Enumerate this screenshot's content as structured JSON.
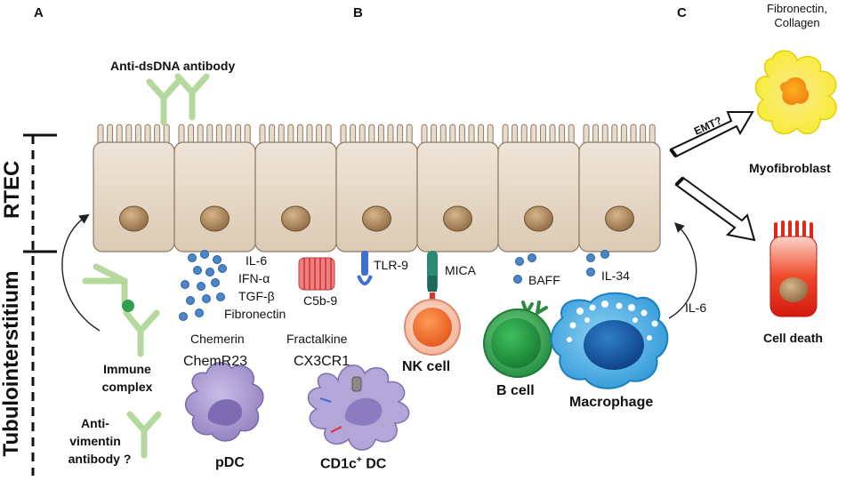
{
  "panels": {
    "a": "A",
    "b": "B",
    "c": "C"
  },
  "side_labels": {
    "rtec": "RTEC",
    "tubulointerstitium": "Tubulointerstitium"
  },
  "panel_a": {
    "anti_dsdna": "Anti-dsDNA antibody",
    "immune_complex_line1": "Immune",
    "immune_complex_line2": "complex",
    "anti_vimentin_line1": "Anti-",
    "anti_vimentin_line2": "vimentin",
    "anti_vimentin_line3": "antibody ?"
  },
  "panel_b": {
    "cytokines": [
      "IL-6",
      "IFN-α",
      "TGF-β",
      "Fibronectin"
    ],
    "c5b9": "C5b-9",
    "tlr9": "TLR-9",
    "mica": "MICA",
    "baff": "BAFF",
    "il34": "IL-34",
    "il6": "IL-6",
    "chemerin": "Chemerin",
    "chemr23": "ChemR23",
    "fractalkine": "Fractalkine",
    "cx3cr1": "CX3CR1",
    "pdc": "pDC",
    "cd1c_dc_prefix": "CD1c",
    "cd1c_dc_sup": "+",
    "cd1c_dc_suffix": " DC",
    "nk_cell": "NK cell",
    "b_cell": "B cell",
    "macrophage": "Macrophage"
  },
  "panel_c": {
    "fibronectin_line1": "Fibronectin,",
    "fibronectin_line2": "Collagen",
    "emt": "EMT?",
    "myofibroblast": "Myofibroblast",
    "cell_death": "Cell death"
  },
  "colors": {
    "epithelium_fill": "#e9dccb",
    "epithelium_stroke": "#8c7b66",
    "nucleus": "#a9825a",
    "antibody": "#b5d99c",
    "dots": "#4a86c9",
    "pdc": "#a596cb",
    "nk_cell": "#f07030",
    "b_cell": "#2fa04e",
    "macrophage": "#2aa0e0",
    "myofibroblast": "#f9f040",
    "dying_cell": "#e02818"
  }
}
